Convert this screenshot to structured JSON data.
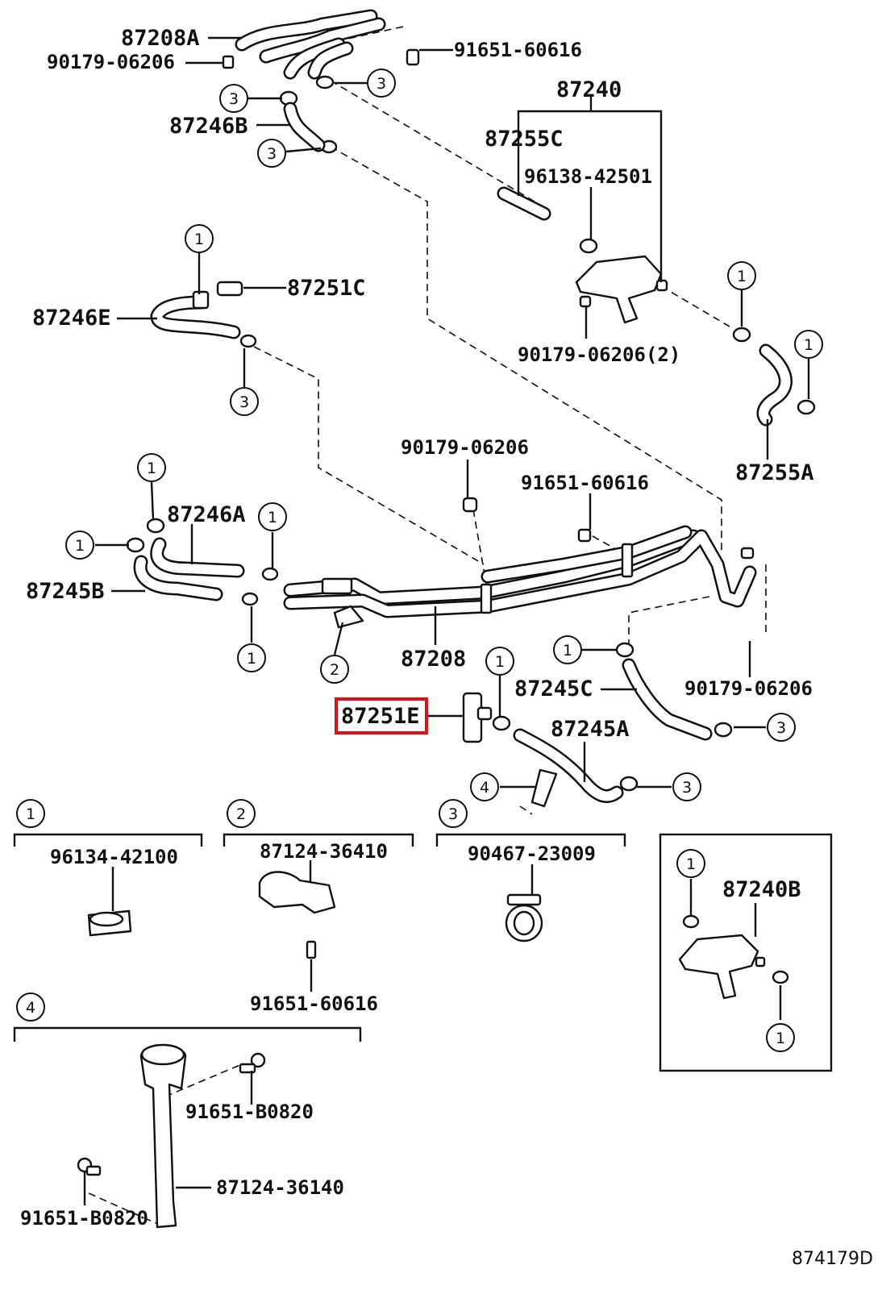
{
  "labels": {
    "l87208A": "87208A",
    "l90179_top": "90179-06206",
    "l91651_top": "91651-60616",
    "l87240": "87240",
    "l87246B": "87246B",
    "l87255C": "87255C",
    "l96138": "96138-42501",
    "l87251C": "87251C",
    "l87246E": "87246E",
    "l90179_2": "90179-06206(2)",
    "l87255A": "87255A",
    "l90179_mid": "90179-06206",
    "l91651_mid": "91651-60616",
    "l87246A": "87246A",
    "l87245B": "87245B",
    "l87208": "87208",
    "l87245C": "87245C",
    "l90179_right": "90179-06206",
    "l87251E": "87251E",
    "l87245A": "87245A",
    "l96134": "96134-42100",
    "l87124_36410": "87124-36410",
    "l90467": "90467-23009",
    "l87240B": "87240B",
    "l91651_box2": "91651-60616",
    "l91651_B0820_a": "91651-B0820",
    "l87124_36140": "87124-36140",
    "l91651_B0820_b": "91651-B0820"
  },
  "callouts": [
    "1",
    "2",
    "3",
    "4"
  ],
  "diagram_code": "874179D",
  "highlight_part": "87251E",
  "colors": {
    "line": "#111111",
    "highlight": "#e01010",
    "background": "#ffffff"
  }
}
